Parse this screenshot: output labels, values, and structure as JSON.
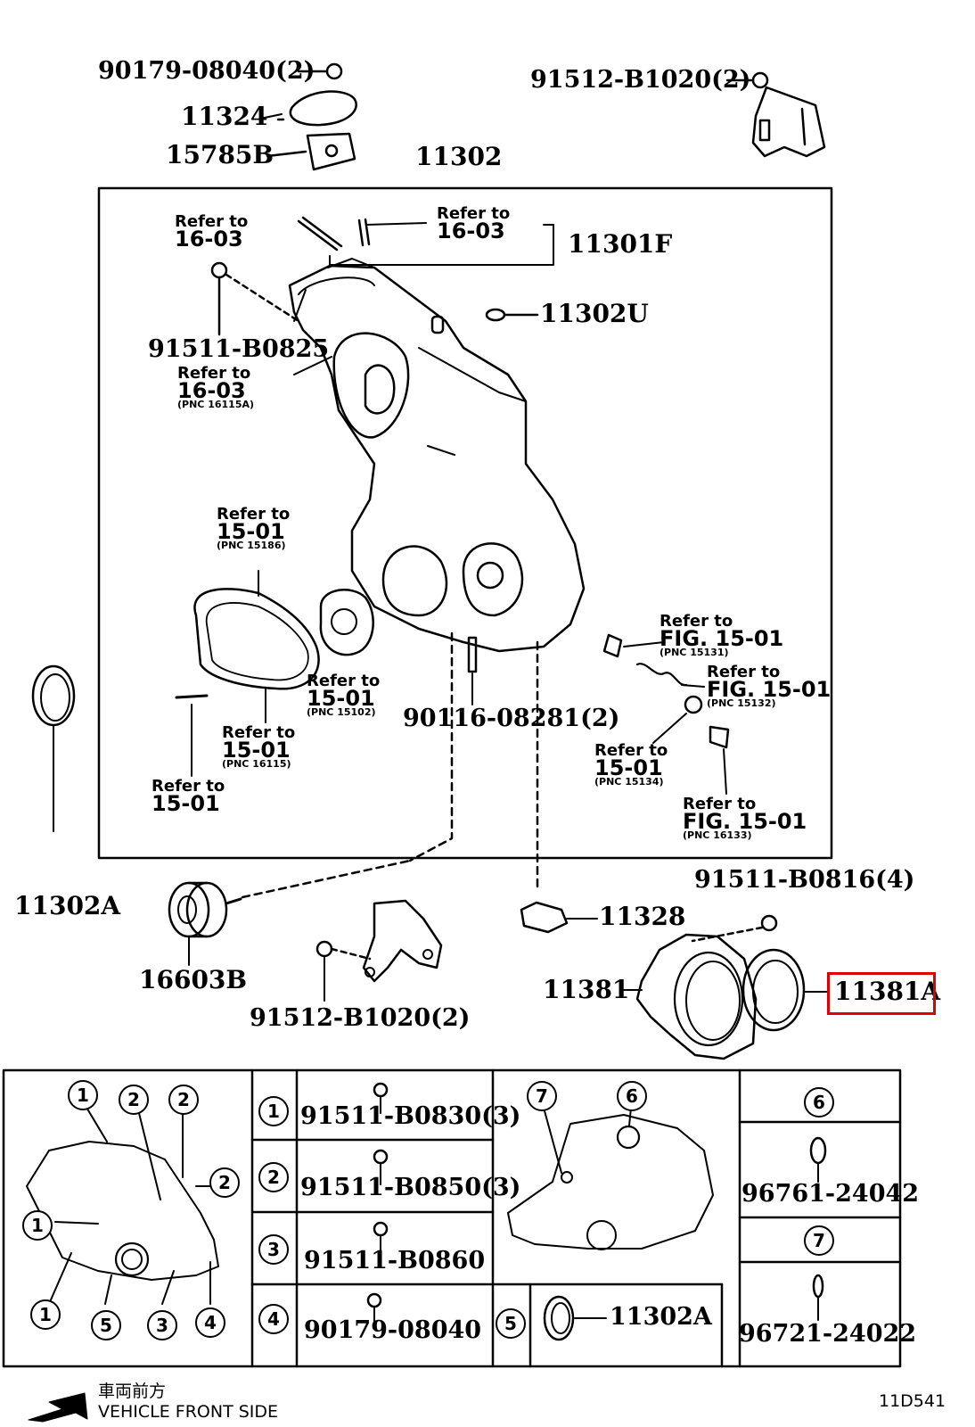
{
  "diagram_id": "11D541",
  "footer": {
    "jp": "車両前方",
    "en": "VEHICLE FRONT SIDE"
  },
  "parts": {
    "p90179_top": "90179-08040(2)",
    "p91512_top": "91512-B1020(2)",
    "p11324": "11324",
    "p15785B": "15785B",
    "p11302": "11302",
    "p11301F": "11301F",
    "p11302U": "11302U",
    "p91511_B0825": "91511-B0825",
    "p90116": "90116-08281(2)",
    "p11302A": "11302A",
    "p16603B": "16603B",
    "p91512_bot": "91512-B1020(2)",
    "p11328": "11328",
    "p91511_B0816": "91511-B0816(4)",
    "p11381": "11381",
    "p11381A": "11381A"
  },
  "refs": {
    "ref_a": {
      "l1": "Refer to",
      "l2": "16-03",
      "l3": ""
    },
    "ref_b": {
      "l1": "Refer to",
      "l2": "16-03",
      "l3": ""
    },
    "ref_c": {
      "l1": "Refer to",
      "l2": "16-03",
      "l3": "(PNC 16115A)"
    },
    "ref_d": {
      "l1": "Refer to",
      "l2": "15-01",
      "l3": "(PNC 15186)"
    },
    "ref_e": {
      "l1": "Refer to",
      "l2": "15-01",
      "l3": "(PNC 15102)"
    },
    "ref_f": {
      "l1": "Refer to",
      "l2": "15-01",
      "l3": "(PNC 16115)"
    },
    "ref_g": {
      "l1": "Refer to",
      "l2": "15-01",
      "l3": ""
    },
    "ref_h": {
      "l1": "Refer to",
      "l2": "FIG. 15-01",
      "l3": "(PNC 15131)"
    },
    "ref_i": {
      "l1": "Refer to",
      "l2": "FIG. 15-01",
      "l3": "(PNC 15132)"
    },
    "ref_j": {
      "l1": "Refer to",
      "l2": "15-01",
      "l3": "(PNC 15134)"
    },
    "ref_k": {
      "l1": "Refer to",
      "l2": "FIG. 15-01",
      "l3": "(PNC 16133)"
    }
  },
  "legend": {
    "n1": "1",
    "n2": "2",
    "n3": "3",
    "n4": "4",
    "n5": "5",
    "n6": "6",
    "n7": "7",
    "row1": "91511-B0830(3)",
    "row2": "91511-B0850(3)",
    "row3": "91511-B0860",
    "row4": "90179-08040",
    "row5": "11302A",
    "row6": "96761-24042",
    "row7": "96721-24022"
  },
  "highlight": {
    "part": "11381A",
    "color": "#e00000"
  }
}
